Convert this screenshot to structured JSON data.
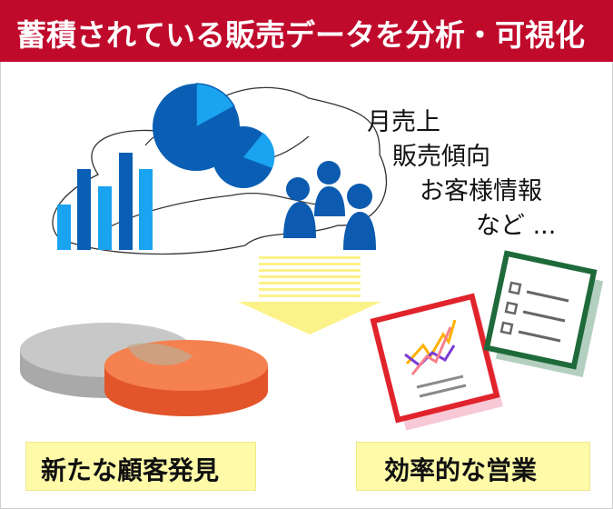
{
  "title": "蓄積されている販売データを分析・可視化",
  "data_labels": [
    "月売上",
    "販売傾向",
    "お客様情報",
    "など ..."
  ],
  "results": {
    "left": "新たな顧客発見",
    "right": "効率的な営業"
  },
  "colors": {
    "title_bg": "#c00a2c",
    "blue_dark": "#0a5fb4",
    "blue_light": "#1aa3f0",
    "people_blue": "#0c5bb0",
    "arrow_yellow": "#fbf28a",
    "disc_gray": "#c8c8c8",
    "disc_orange": "#f36b3d",
    "result_bg": "#fefaa8",
    "report_red": "#e1232b",
    "checklist_green": "#1f6a3a"
  }
}
